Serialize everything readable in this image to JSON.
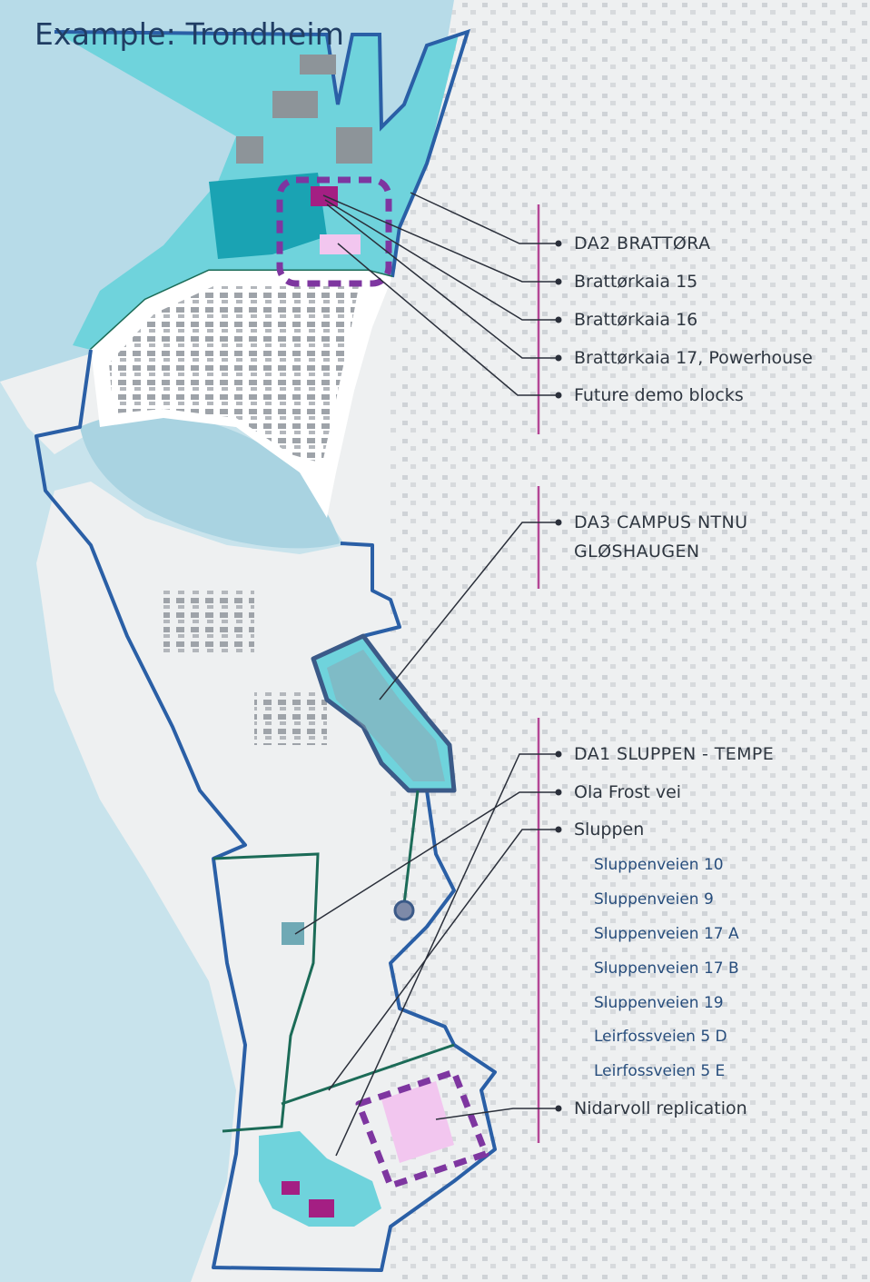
{
  "title": "Example: Trondheim",
  "colors": {
    "water": "#b7dbe8",
    "district": "#6fd3dc",
    "district_dark": "#1aa3b3",
    "boundary": "#2a5fa6",
    "green_line": "#1b6b57",
    "purple": "#7e36a0",
    "pink": "#f2c6ef",
    "magenta": "#a41f83",
    "label_rule": "#b44796",
    "leader": "#2a2f3a"
  },
  "groups": {
    "brattora": {
      "heading": "DA2 BRATTØRA",
      "items": [
        "Brattørkaia 15",
        "Brattørkaia 16",
        "Brattørkaia 17, Powerhouse",
        "Future demo blocks"
      ]
    },
    "campus": {
      "heading_line1": "DA3 CAMPUS NTNU",
      "heading_line2": "GLØSHAUGEN"
    },
    "sluppen": {
      "heading": "DA1 SLUPPEN - TEMPE",
      "item1": "Ola Frost vei",
      "item2": "Sluppen",
      "subitems": [
        "Sluppenveien 10",
        "Sluppenveien 9",
        "Sluppenveien 17 A",
        "Sluppenveien 17 B",
        "Sluppenveien 19",
        "Leirfossveien 5 D",
        "Leirfossveien 5 E"
      ],
      "item3": "Nidarvoll replication"
    }
  },
  "icons": [
    "label-bullet-icon"
  ]
}
